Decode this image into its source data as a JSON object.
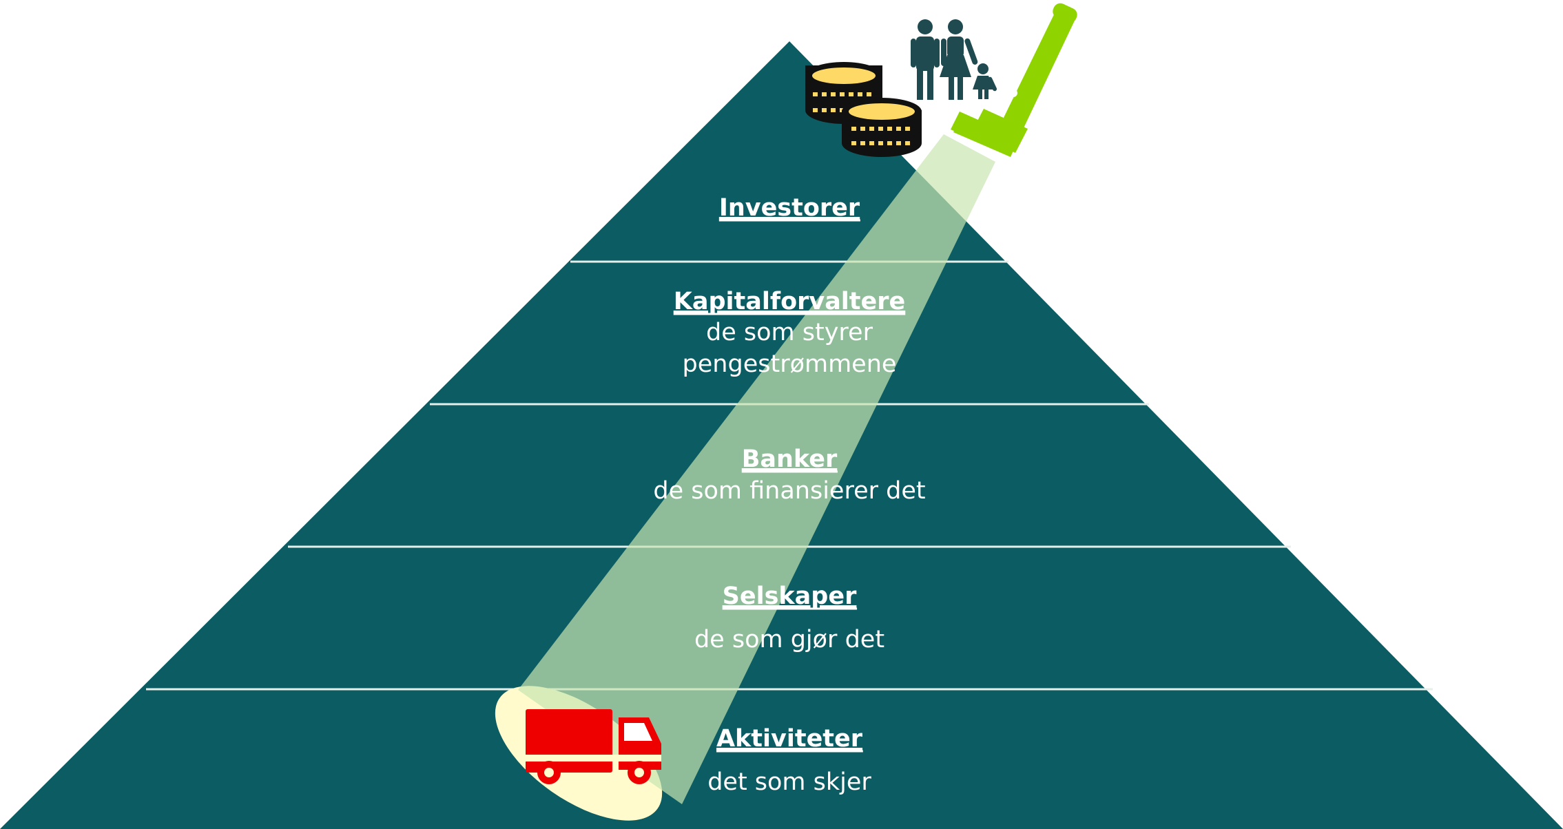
{
  "colors": {
    "pyramid": "#0c5c63",
    "divider": "#e6efe9",
    "beam": "#c8e6b0",
    "flashlight": "#8fd400",
    "truck": "#ee0000",
    "spot": "#fffbcc",
    "coin_top": "#ffd966",
    "coin_body": "#111111",
    "people": "#1f4a50",
    "text": "#ffffff"
  },
  "icons": [
    "coins-icon",
    "family-icon",
    "flashlight-icon",
    "truck-icon"
  ],
  "levels": [
    {
      "title": "Investorer"
    },
    {
      "title": "Kapitalforvaltere",
      "line1": "de som styrer",
      "line2": "pengestrømmene"
    },
    {
      "title": "Banker",
      "line1": "de som finansierer det"
    },
    {
      "title": "Selskaper",
      "line1": "de som gjør det"
    },
    {
      "title": "Aktiviteter",
      "line1": "det som skjer"
    }
  ]
}
